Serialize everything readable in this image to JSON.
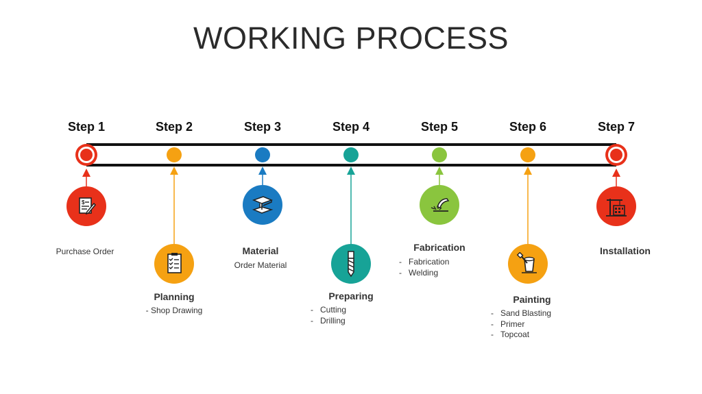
{
  "title": "WORKING PROCESS",
  "colors": {
    "track": "#111111",
    "step1": "#e8311a",
    "step2": "#f5a112",
    "step3": "#1a7bc2",
    "step4": "#17a397",
    "step5": "#8ac53e",
    "step6": "#f5a112",
    "step7": "#e8311a"
  },
  "steps": [
    {
      "label": "Step 1",
      "heading": "",
      "sub": "Purchase Order",
      "items": [],
      "icon": "purchase-order-icon"
    },
    {
      "label": "Step 2",
      "heading": "Planning",
      "sub": "- Shop Drawing",
      "items": [],
      "icon": "checklist-icon"
    },
    {
      "label": "Step 3",
      "heading": "Material",
      "sub": "Order Material",
      "items": [],
      "icon": "steel-beam-icon"
    },
    {
      "label": "Step 4",
      "heading": "Preparing",
      "sub": "",
      "items": [
        "Cutting",
        "Drilling"
      ],
      "icon": "drill-bit-icon"
    },
    {
      "label": "Step 5",
      "heading": "Fabrication",
      "sub": "",
      "items": [
        "Fabrication",
        "Welding"
      ],
      "icon": "welding-torch-icon"
    },
    {
      "label": "Step 6",
      "heading": "Painting",
      "sub": "",
      "items": [
        "Sand Blasting",
        "Primer",
        "Topcoat"
      ],
      "icon": "paint-bucket-icon"
    },
    {
      "label": "Step 7",
      "heading": "Installation",
      "sub": "",
      "items": [],
      "icon": "crane-building-icon"
    }
  ]
}
